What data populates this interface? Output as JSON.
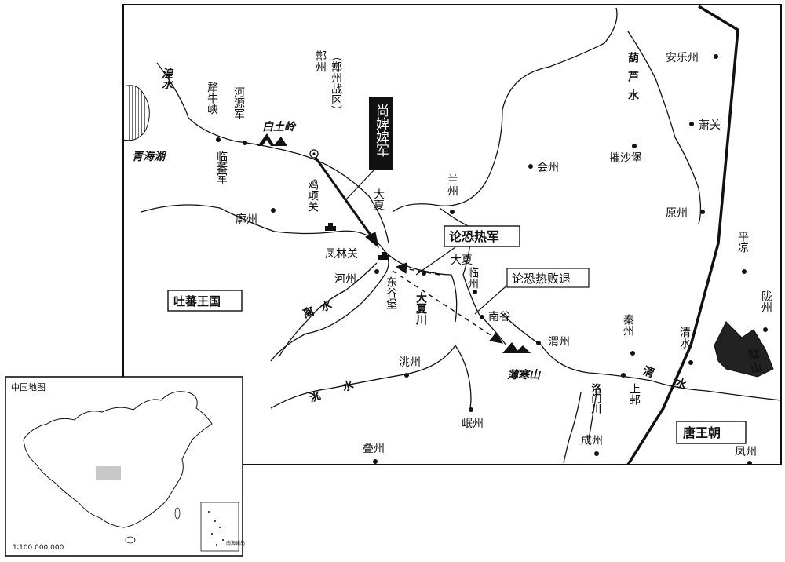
{
  "regions": {
    "tubo": "吐蕃王国",
    "tang": "唐王朝"
  },
  "lakes": {
    "qinghai": "青海湖"
  },
  "rivers": {
    "huang": "湟水",
    "hulu": "葫芦水",
    "li": "离水",
    "tao": "洮水",
    "wei": "渭水",
    "daxia_chuan": "大夏川",
    "luomen_chuan": "洛门川"
  },
  "mountains": {
    "baituling": "白土岭",
    "bohan": "薄寒山",
    "long": "陇山"
  },
  "places": {
    "shanzhou": "鄯州",
    "shanzhou_note": "（鄯州战区）",
    "maoniuxia": "犛牛峡",
    "heyuanjun": "河源军",
    "linfanjun": "临蕃军",
    "anlezhou": "安乐州",
    "xiaoguan": "萧关",
    "cuishabao": "摧沙堡",
    "huizhou": "会州",
    "lanzhou": "兰州",
    "yuanzhou": "原州",
    "pingliang": "平凉",
    "jixiangguan": "鸡项关",
    "daxia1": "大夏",
    "liaozhou": "廓州",
    "fenglinguan": "凤林关",
    "hezhou": "河州",
    "dongubao": "东谷堡",
    "daxia2": "大夏",
    "linzhou": "临州",
    "nangu": "南谷",
    "weizhou": "渭州",
    "qinzhou": "秦州",
    "qingshui": "清水",
    "longzhou": "陇州",
    "taozhou": "洮州",
    "shangbang": "上邽",
    "minzhou": "岷州",
    "diezhou": "叠州",
    "chengzhou": "成州",
    "fengzhou": "凤州"
  },
  "armies": {
    "shang_bibi": "尚婢婢军",
    "lun_kongre": "论恐热军",
    "lun_kongre_defeat": "论恐热败退"
  },
  "inset": {
    "title": "中国地图",
    "scale": "1∶100 000 000",
    "south_sea": "南海诸岛"
  }
}
